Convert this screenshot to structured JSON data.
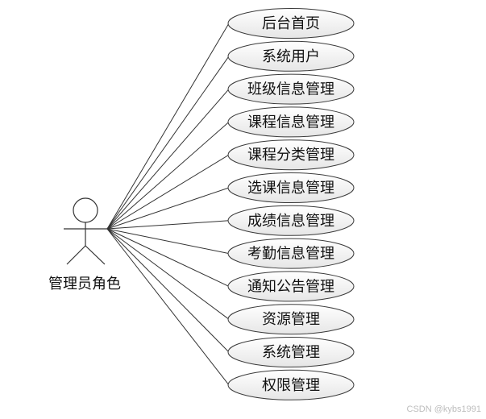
{
  "actor": {
    "label": "管理员角色"
  },
  "use_cases": [
    {
      "label": "后台首页"
    },
    {
      "label": "系统用户"
    },
    {
      "label": "班级信息管理"
    },
    {
      "label": "课程信息管理"
    },
    {
      "label": "课程分类管理"
    },
    {
      "label": "选课信息管理"
    },
    {
      "label": "成绩信息管理"
    },
    {
      "label": "考勤信息管理"
    },
    {
      "label": "通知公告管理"
    },
    {
      "label": "资源管理"
    },
    {
      "label": "系统管理"
    },
    {
      "label": "权限管理"
    }
  ],
  "watermark": "CSDN @kybs1991",
  "colors": {
    "ellipse_fill_top": "#ffffff",
    "ellipse_fill_bottom": "#e9e9e9",
    "stroke": "#333333"
  }
}
